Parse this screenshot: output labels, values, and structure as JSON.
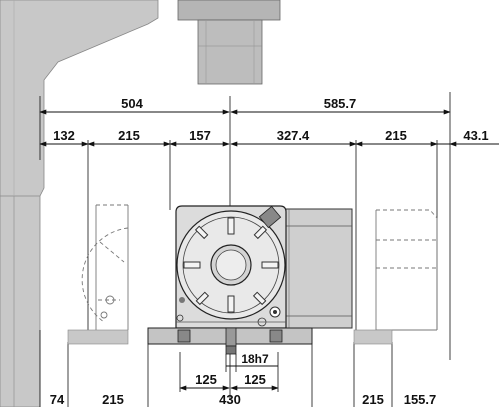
{
  "dimensions": {
    "top_left": "504",
    "top_right": "585.7",
    "row2": [
      "132",
      "215",
      "157",
      "327.4",
      "215",
      "43.1"
    ],
    "base_small": "18h7",
    "base_left": "125",
    "base_right": "125",
    "base_total": "430",
    "bottom": [
      "74",
      "215",
      "215",
      "155.7"
    ]
  }
}
